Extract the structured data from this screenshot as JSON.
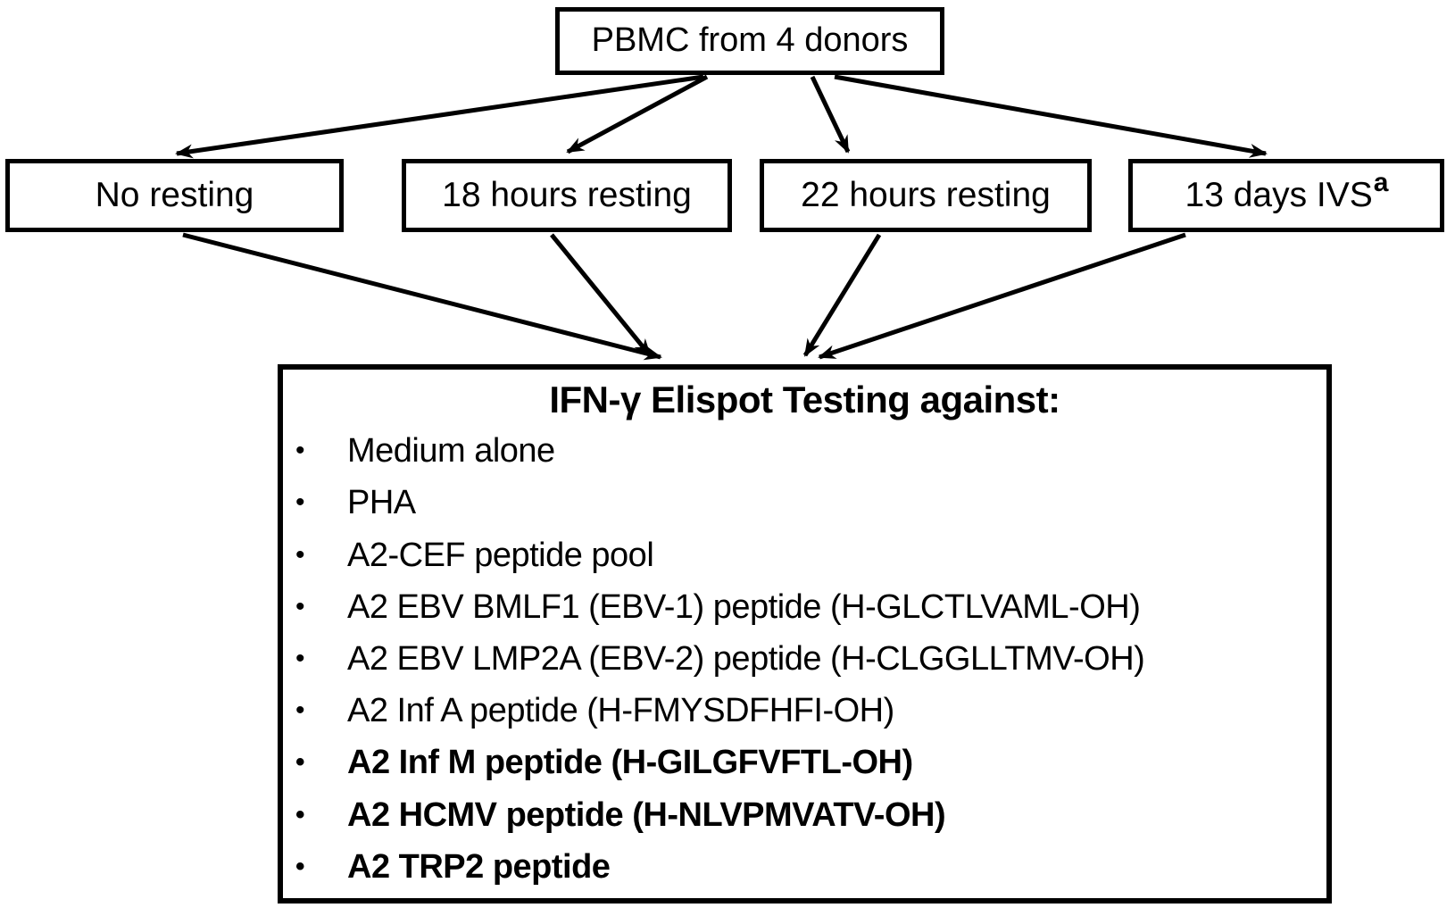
{
  "diagram": {
    "root": {
      "label": "PBMC from 4 donors"
    },
    "branches": [
      {
        "label": "No resting"
      },
      {
        "label": "18 hours resting"
      },
      {
        "label": "22 hours resting"
      },
      {
        "label": "13 days IVS",
        "superscript": "a"
      }
    ],
    "elispot": {
      "title": "IFN-γ Elispot Testing against:",
      "bullet_glyph": "•",
      "items": [
        {
          "text": "Medium alone",
          "bold": false
        },
        {
          "text": "PHA",
          "bold": false
        },
        {
          "text": "A2-CEF peptide pool",
          "bold": false
        },
        {
          "text": "A2 EBV BMLF1 (EBV-1) peptide (H-GLCTLVAML-OH)",
          "bold": false
        },
        {
          "text": "A2 EBV LMP2A (EBV-2) peptide (H-CLGGLLTMV-OH)",
          "bold": false
        },
        {
          "text": "A2 Inf A peptide (H-FMYSDFHFI-OH)",
          "bold": false
        },
        {
          "text": "A2 Inf M peptide (H-GILGFVFTL-OH)",
          "bold": true
        },
        {
          "text": "A2 HCMV peptide (H-NLVPMVATV-OH)",
          "bold": true
        },
        {
          "text": "A2 TRP2 peptide",
          "bold": true
        }
      ]
    },
    "colors": {
      "ink": "#000000",
      "background": "#ffffff"
    }
  }
}
